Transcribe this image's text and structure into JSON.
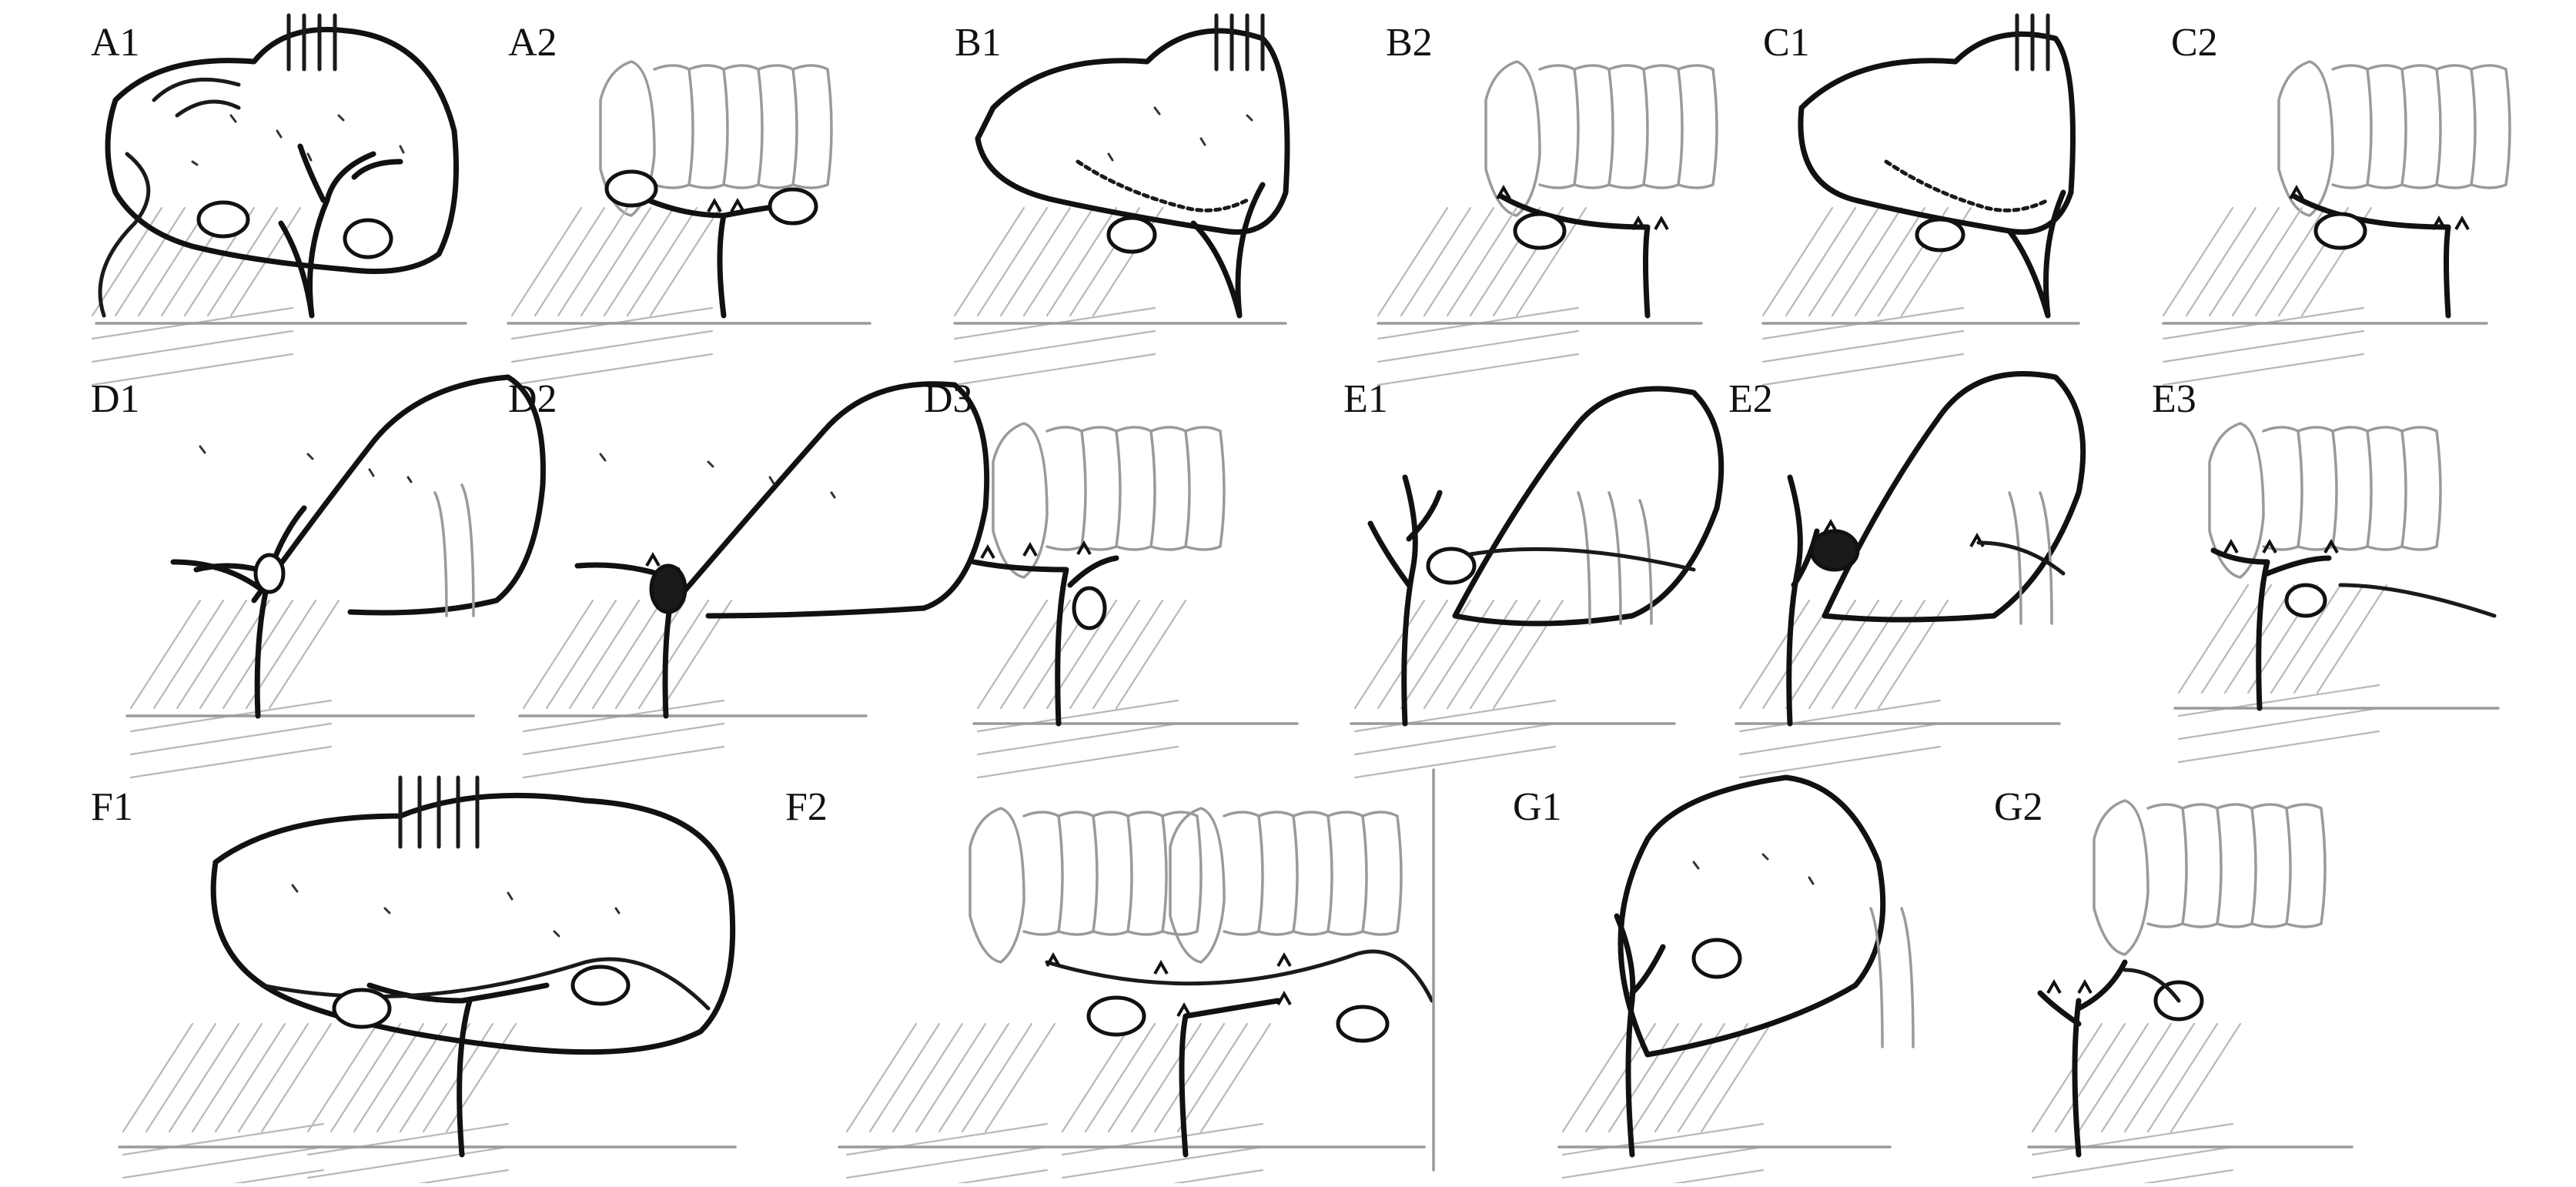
{
  "figure": {
    "panels": [
      {
        "id": "A1",
        "label": "A1"
      },
      {
        "id": "A2",
        "label": "A2"
      },
      {
        "id": "B1",
        "label": "B1"
      },
      {
        "id": "B2",
        "label": "B2"
      },
      {
        "id": "C1",
        "label": "C1"
      },
      {
        "id": "C2",
        "label": "C2"
      },
      {
        "id": "D1",
        "label": "D1"
      },
      {
        "id": "D2",
        "label": "D2"
      },
      {
        "id": "D3",
        "label": "D3"
      },
      {
        "id": "E1",
        "label": "E1"
      },
      {
        "id": "E2",
        "label": "E2"
      },
      {
        "id": "E3",
        "label": "E3"
      },
      {
        "id": "F1",
        "label": "F1"
      },
      {
        "id": "F2",
        "label": "F2"
      },
      {
        "id": "G1",
        "label": "G1"
      },
      {
        "id": "G2",
        "label": "G2"
      }
    ]
  }
}
